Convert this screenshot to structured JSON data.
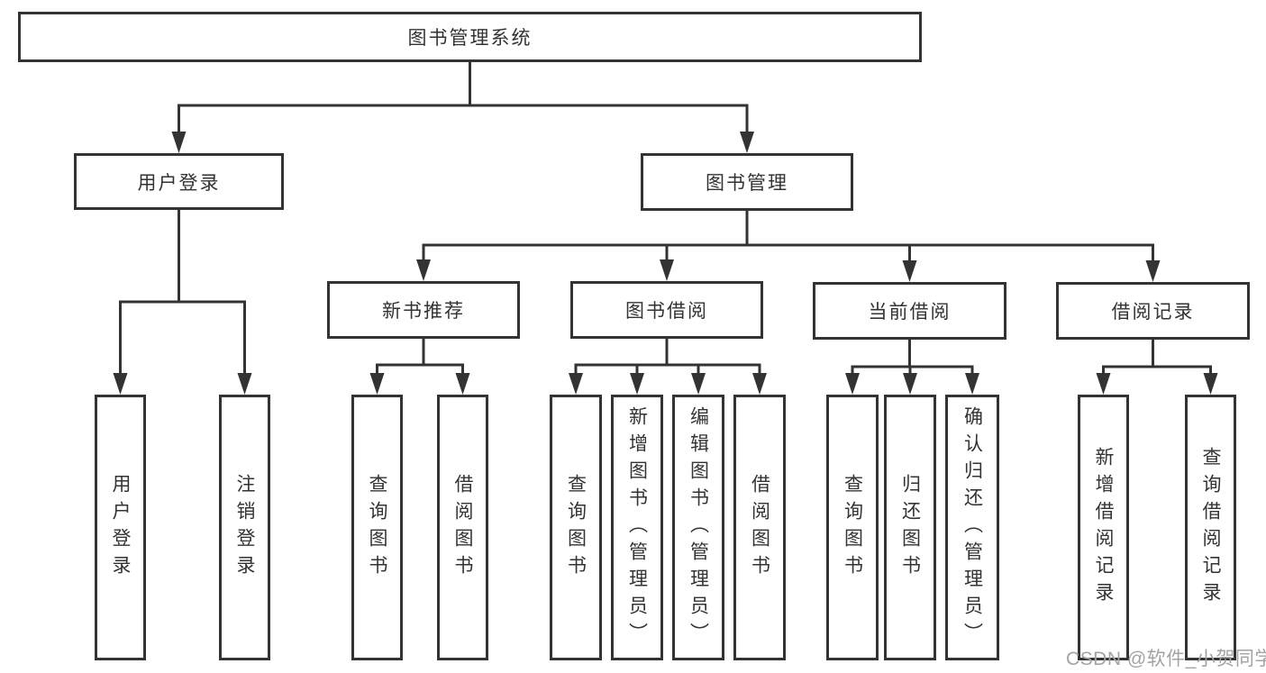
{
  "diagram": {
    "title": "图书管理系统",
    "root": {
      "label": "图书管理系统"
    },
    "level2": {
      "user_login": {
        "label": "用户登录"
      },
      "book_mgmt": {
        "label": "图书管理"
      }
    },
    "level3": {
      "new_books": {
        "label": "新书推荐"
      },
      "book_borrow": {
        "label": "图书借阅"
      },
      "current_borrow": {
        "label": "当前借阅"
      },
      "borrow_records": {
        "label": "借阅记录"
      }
    },
    "leaves": {
      "user_login": [
        "用户登录",
        "注销登录"
      ],
      "new_books": [
        "查询图书",
        "借阅图书"
      ],
      "book_borrow": [
        "查询图书",
        "新增图书（管理员）",
        "编辑图书（管理员）",
        "借阅图书"
      ],
      "current_borrow": [
        "查询图书",
        "归还图书",
        "确认归还（管理员）"
      ],
      "borrow_records": [
        "新增借阅记录",
        "查询借阅记录"
      ]
    },
    "watermark": "CSDN @软件_小贺同学",
    "colors": {
      "line": "#333333",
      "text": "#333333",
      "box_background": "#ffffff",
      "page_background": "#ffffff",
      "watermark": "#a3a3a3"
    }
  }
}
